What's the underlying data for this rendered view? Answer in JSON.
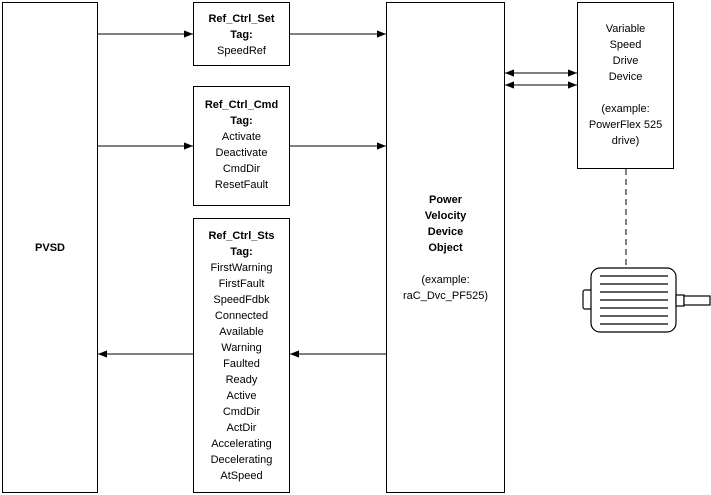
{
  "pvsd": {
    "label": "PVSD"
  },
  "ref_ctrl_set": {
    "title": "Ref_Ctrl_Set",
    "tag_label": "Tag:",
    "members": [
      "SpeedRef"
    ]
  },
  "ref_ctrl_cmd": {
    "title": "Ref_Ctrl_Cmd",
    "tag_label": "Tag:",
    "members": [
      "Activate",
      "Deactivate",
      "CmdDir",
      "ResetFault"
    ]
  },
  "ref_ctrl_sts": {
    "title": "Ref_Ctrl_Sts",
    "tag_label": "Tag:",
    "members": [
      "FirstWarning",
      "FirstFault",
      "SpeedFdbk",
      "Connected",
      "Available",
      "Warning",
      "Faulted",
      "Ready",
      "Active",
      "CmdDir",
      "ActDir",
      "Accelerating",
      "Decelerating",
      "AtSpeed"
    ]
  },
  "device_object": {
    "title_lines": [
      "Power",
      "Velocity",
      "Device",
      "Object"
    ],
    "example_lines": [
      "(example:",
      "raC_Dvc_PF525)"
    ]
  },
  "drive_device": {
    "lines": [
      "Variable",
      "Speed",
      "Drive",
      "Device"
    ],
    "example_lines": [
      "(example:",
      "PowerFlex 525",
      "drive)"
    ]
  },
  "motor": {
    "icon": "motor-icon"
  },
  "colors": {
    "stroke": "#000000",
    "background": "#ffffff"
  }
}
